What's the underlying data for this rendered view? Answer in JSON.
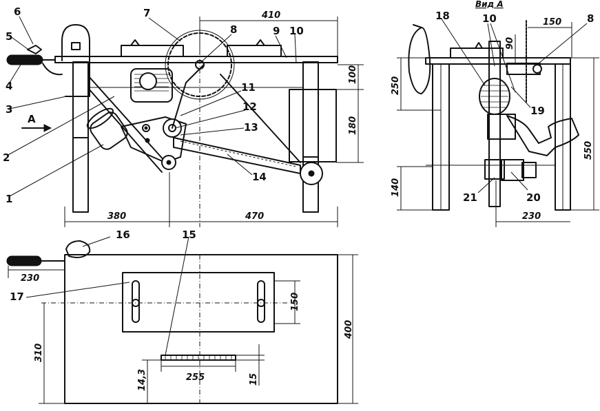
{
  "callouts": {
    "n1": "1",
    "n2": "2",
    "n3": "3",
    "n4": "4",
    "n5": "5",
    "n6": "6",
    "n7": "7",
    "n8": "8",
    "n9": "9",
    "n10": "10",
    "n11": "11",
    "n12": "12",
    "n13": "13",
    "n14": "14",
    "n15": "15",
    "n16": "16",
    "n17": "17",
    "n18": "18",
    "n19": "19",
    "n20": "20",
    "n21": "21",
    "arrow_a": "A"
  },
  "view_title": "Вид А",
  "dimensions": {
    "d410": "410",
    "d100": "100",
    "d180": "180",
    "d380": "380",
    "d470": "470",
    "d150_side": "150",
    "d90": "90",
    "d250": "250",
    "d550": "550",
    "d140": "140",
    "d230_side": "230",
    "d230_top": "230",
    "d150_top": "150",
    "d310": "310",
    "d400": "400",
    "d255": "255",
    "d14_3": "14,3",
    "d15": "15"
  },
  "colors": {
    "ink": "#111111",
    "paper": "#ffffff"
  }
}
